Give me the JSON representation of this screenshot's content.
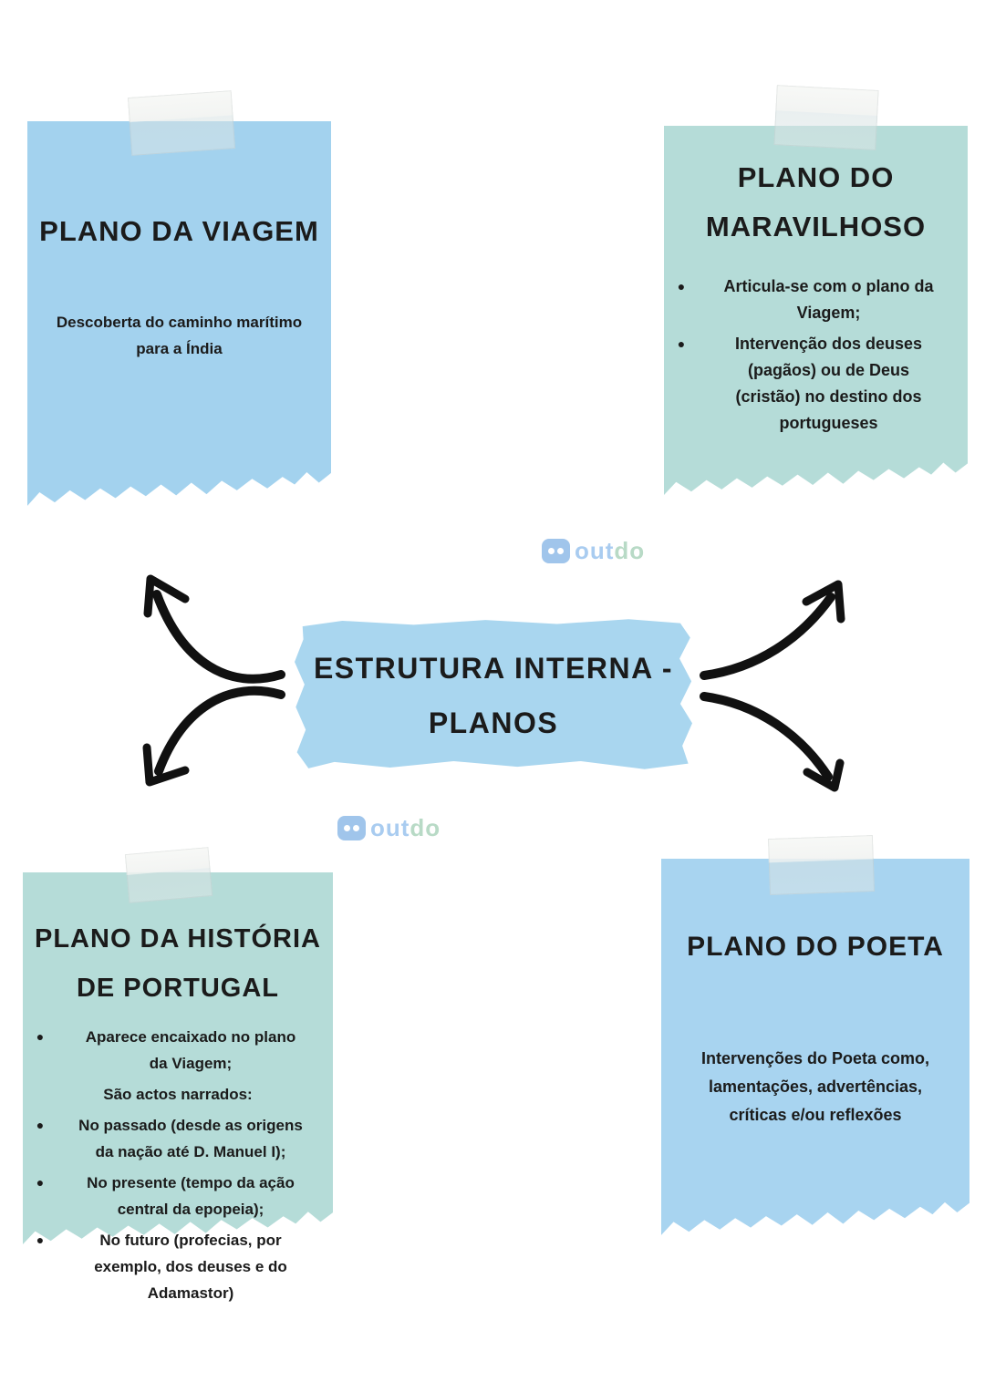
{
  "icons": {
    "bullet": "●"
  },
  "colors": {
    "note_blue": "#a3d2ee",
    "note_blue_alt": "#a8d4f0",
    "note_teal": "#b5dcd8",
    "banner_blue": "#a9d6ef",
    "ink": "#1b1b1b",
    "watermark_blue": "#a9ccf0",
    "watermark_green": "#b8dac6"
  },
  "banner": {
    "title": "ESTRUTURA INTERNA -\nPLANOS"
  },
  "watermark": {
    "text_out": "out",
    "text_do": "do"
  },
  "notes": {
    "top_left": {
      "title": "PLANO DA VIAGEM",
      "body": "Descoberta do caminho marítimo\npara a Índia"
    },
    "top_right": {
      "title": "PLANO DO\nMARAVILHOSO",
      "bullets": [
        "Articula-se com o plano da\nViagem;",
        "Intervenção dos deuses\n(pagãos) ou de Deus\n(cristão) no destino dos\nportugueses"
      ]
    },
    "bottom_left": {
      "title": "PLANO DA HISTÓRIA\nDE PORTUGAL",
      "bullets": [
        "Aparece encaixado no plano\nda Viagem;",
        "No passado (desde as origens\nda nação até D. Manuel I);",
        "No presente (tempo da ação\ncentral da epopeia);",
        "No futuro (profecias, por\nexemplo, dos deuses e do\nAdamastor)"
      ],
      "plain_line": "São actos narrados:"
    },
    "bottom_right": {
      "title": "PLANO DO POETA",
      "body": "Intervenções do Poeta como,\nlamentações, advertências,\ncríticas e/ou reflexões"
    }
  }
}
